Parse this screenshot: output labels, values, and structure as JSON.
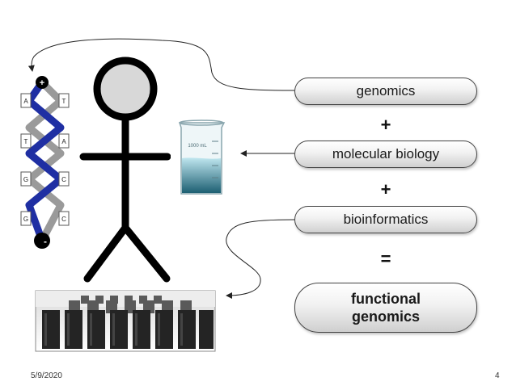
{
  "terms": {
    "genomics": "genomics",
    "molecular_biology": "molecular biology",
    "bioinformatics": "bioinformatics",
    "result": "functional\ngenomics"
  },
  "operators": {
    "plus1": "+",
    "plus2": "+",
    "equals": "="
  },
  "dna": {
    "left_bases": [
      "A",
      "T",
      "G",
      "G"
    ],
    "right_bases": [
      "T",
      "A",
      "C",
      "C"
    ],
    "plus_terminal": "+",
    "minus_terminal": "-"
  },
  "beaker_label": "1000 mL",
  "footer": {
    "date": "5/9/2020",
    "page": "4"
  },
  "colors": {
    "helix_blue": "#1f2fa3",
    "helix_gray": "#9a9a9a",
    "stick_figure": "#000000"
  }
}
